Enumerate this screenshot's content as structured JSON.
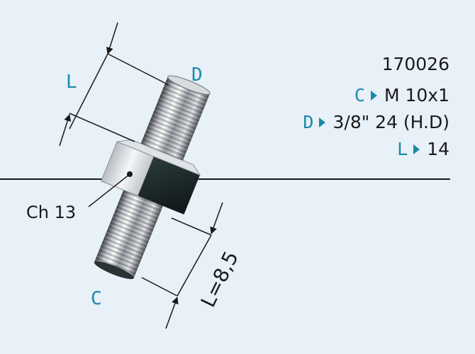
{
  "part_number": "170026",
  "specs": [
    {
      "key": "C",
      "value": "M 10x1"
    },
    {
      "key": "D",
      "value": "3/8\" 24 (H.D)"
    },
    {
      "key": "L",
      "value": "14"
    }
  ],
  "labels": {
    "top_dimension": "L",
    "top_thread": "D",
    "hex": "Ch 13",
    "bottom_thread": "C",
    "bottom_dimension": "L=8,5"
  },
  "colors": {
    "background": "#e8f0f8",
    "accent": "#1a8aa8",
    "line": "#1a1a1a"
  }
}
